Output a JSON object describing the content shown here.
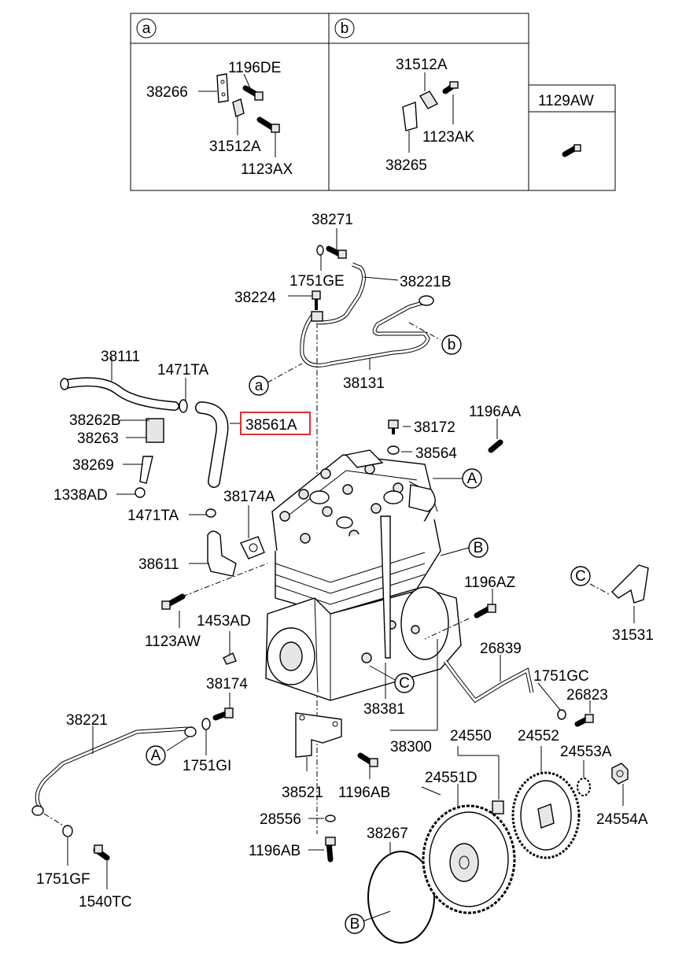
{
  "insets": {
    "a": {
      "tag": "a",
      "parts": [
        "1196DE",
        "38266",
        "31512A",
        "1123AX"
      ]
    },
    "b": {
      "tag": "b",
      "parts": [
        "31512A",
        "1123AK",
        "38265"
      ]
    },
    "c": {
      "parts": [
        "1129AW"
      ]
    }
  },
  "callouts": {
    "a": "a",
    "b": "b",
    "A1": "A",
    "A2": "A",
    "B1": "B",
    "B2": "B",
    "C1": "C",
    "C2": "C"
  },
  "labels": {
    "p38271": "38271",
    "p1751GE": "1751GE",
    "p38221B": "38221B",
    "p38224": "38224",
    "p38131": "38131",
    "p38111": "38111",
    "p1471TA_1": "1471TA",
    "p38561A": "38561A",
    "p38262B": "38262B",
    "p38263": "38263",
    "p38269": "38269",
    "p1338AD": "1338AD",
    "p38172": "38172",
    "p1196AA": "1196AA",
    "p38564": "38564",
    "p38174A": "38174A",
    "p1471TA_2": "1471TA",
    "p38611": "38611",
    "p1196AZ": "1196AZ",
    "p1123AW": "1123AW",
    "p1453AD": "1453AD",
    "p31531": "31531",
    "p26839": "26839",
    "p1751GC": "1751GC",
    "p26823": "26823",
    "p38174": "38174",
    "p38381": "38381",
    "p38300": "38300",
    "p38221": "38221",
    "p1751GI": "1751GI",
    "p24550": "24550",
    "p24552": "24552",
    "p24553A": "24553A",
    "p24551D": "24551D",
    "p38521": "38521",
    "p1196AB_1": "1196AB",
    "p24554A": "24554A",
    "p28556": "28556",
    "p38267": "38267",
    "p1196AB_2": "1196AB",
    "p1751GF": "1751GF",
    "p1540TC": "1540TC"
  },
  "highlight": {
    "part": "38561A",
    "color": "#e03030"
  }
}
